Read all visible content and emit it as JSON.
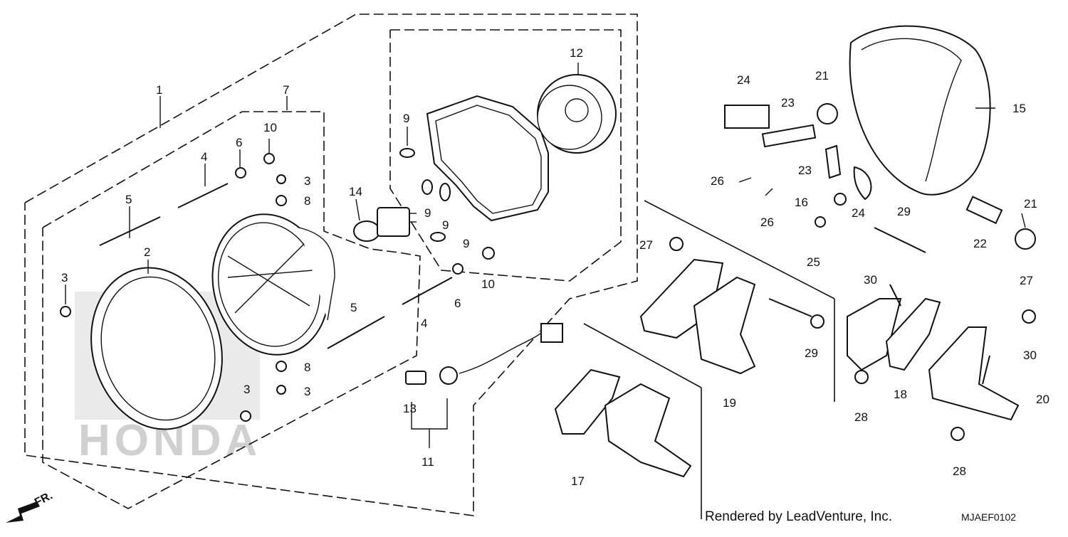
{
  "diagram": {
    "labels": {
      "l1": "1",
      "l2": "2",
      "l3a": "3",
      "l3b": "3",
      "l3c": "3",
      "l3d": "3",
      "l4a": "4",
      "l4b": "4",
      "l5a": "5",
      "l5b": "5",
      "l6a": "6",
      "l6b": "6",
      "l7": "7",
      "l8a": "8",
      "l8b": "8",
      "l9a": "9",
      "l9b": "9",
      "l9c": "9",
      "l9d": "9",
      "l10a": "10",
      "l10b": "10",
      "l11": "11",
      "l12": "12",
      "l13": "13",
      "l14": "14",
      "l15": "15",
      "l16": "16",
      "l17": "17",
      "l18": "18",
      "l19": "19",
      "l20": "20",
      "l21a": "21",
      "l21b": "21",
      "l22": "22",
      "l23a": "23",
      "l23b": "23",
      "l24a": "24",
      "l24b": "24",
      "l25": "25",
      "l26a": "26",
      "l26b": "26",
      "l27a": "27",
      "l27b": "27",
      "l28a": "28",
      "l28b": "28",
      "l29a": "29",
      "l29b": "29",
      "l30a": "30",
      "l30b": "30"
    },
    "direction": "FR.",
    "watermark": "HONDA",
    "footer_credit": "Rendered by LeadVenture, Inc.",
    "diagram_code": "MJAEF0102"
  }
}
